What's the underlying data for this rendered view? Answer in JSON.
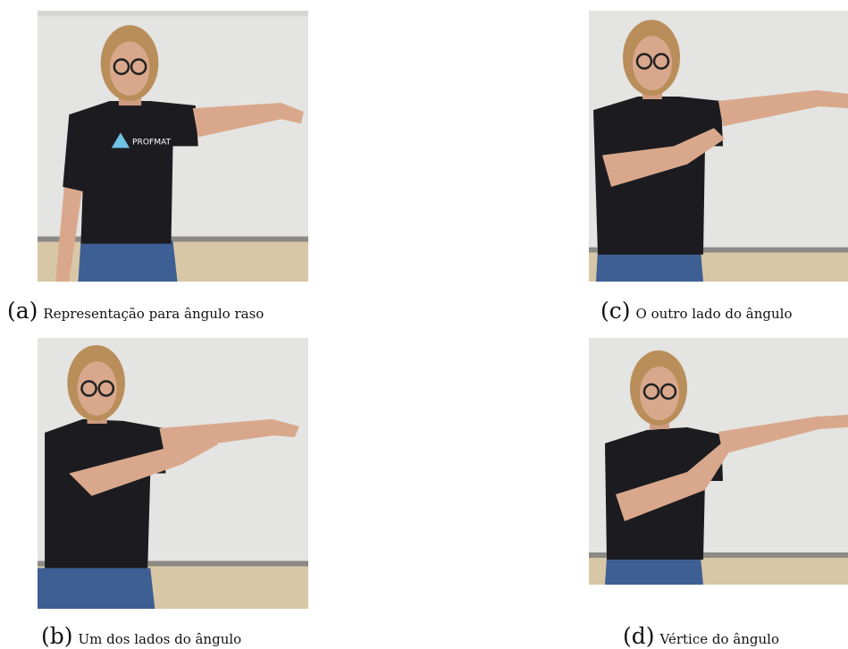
{
  "figures": [
    {
      "letter": "(a)",
      "caption": "Representação para ângulo raso",
      "pose": "raso"
    },
    {
      "letter": "(b)",
      "caption": "Um dos lados do ângulo",
      "pose": "lado-um"
    },
    {
      "letter": "(c)",
      "caption": "O outro lado do ângulo",
      "pose": "lado-outro"
    },
    {
      "letter": "(d)",
      "caption": "Vértice do ângulo",
      "pose": "vertice"
    }
  ],
  "shirt_logo": "PROFMAT",
  "colors": {
    "wall": "#e4e4e2",
    "shirt": "#1c1c20",
    "skin": "#d9a88c",
    "hair": "#b98e5a",
    "jeans": "#3e5f93",
    "floor": "#d8c7a6"
  }
}
